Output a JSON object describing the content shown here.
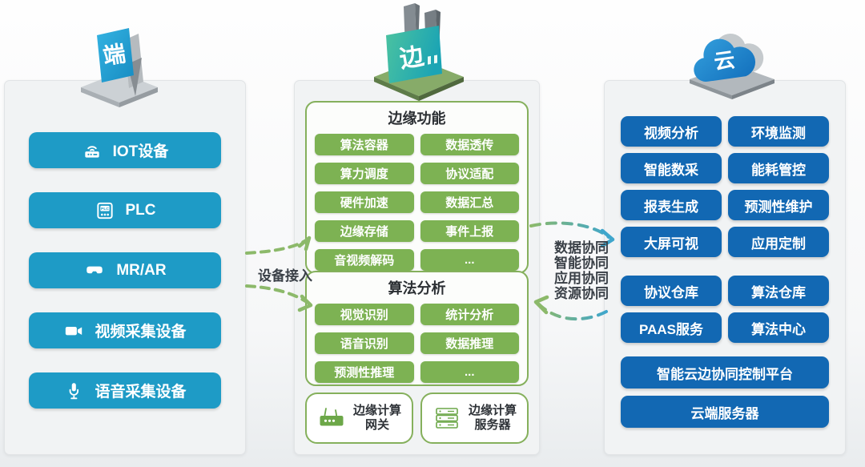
{
  "colors": {
    "terminal_blue": "#1E9BC6",
    "edge_green": "#7DB253",
    "cloud_blue": "#1268B3",
    "section_border": "#85B05C",
    "arrow_green": "#8CB96A",
    "arrow_blue": "#3FA6CC",
    "label_dark": "#3A4047",
    "panel_bg": "#F1F3F4"
  },
  "terminal": {
    "badge": "端",
    "items": [
      {
        "icon": "iot-device-icon",
        "label": "IOT设备"
      },
      {
        "icon": "plc-icon",
        "label": "PLC",
        "icon_text": "PLC"
      },
      {
        "icon": "mr-ar-glasses-icon",
        "label": "MR/AR"
      },
      {
        "icon": "video-camera-icon",
        "label": "视频采集设备"
      },
      {
        "icon": "microphone-icon",
        "label": "语音采集设备"
      }
    ]
  },
  "edge": {
    "badge": "边",
    "edge_functions": {
      "title": "边缘功能",
      "items": [
        "算法容器",
        "数据透传",
        "算力调度",
        "协议适配",
        "硬件加速",
        "数据汇总",
        "边缘存储",
        "事件上报",
        "音视频解码",
        "..."
      ]
    },
    "algorithm_analysis": {
      "title": "算法分析",
      "items": [
        "视觉识别",
        "统计分析",
        "语音识别",
        "数据推理",
        "预测性推理",
        "..."
      ]
    },
    "hardware": [
      {
        "icon": "gateway-router-icon",
        "line1": "边缘计算",
        "line2": "网关"
      },
      {
        "icon": "server-stack-icon",
        "line1": "边缘计算",
        "line2": "服务器"
      }
    ]
  },
  "cloud": {
    "badge": "云",
    "applications": [
      "视频分析",
      "环境监测",
      "智能数采",
      "能耗管控",
      "报表生成",
      "预测性维护",
      "大屏可视",
      "应用定制"
    ],
    "repositories": [
      "协议仓库",
      "算法仓库",
      "PAAS服务",
      "算法中心"
    ],
    "platform_bars": [
      "智能云边协同控制平台",
      "云端服务器"
    ]
  },
  "connectors": {
    "device_access_label": "设备接入",
    "collaboration_labels": [
      "数据协同",
      "智能协同",
      "应用协同",
      "资源协同"
    ]
  }
}
